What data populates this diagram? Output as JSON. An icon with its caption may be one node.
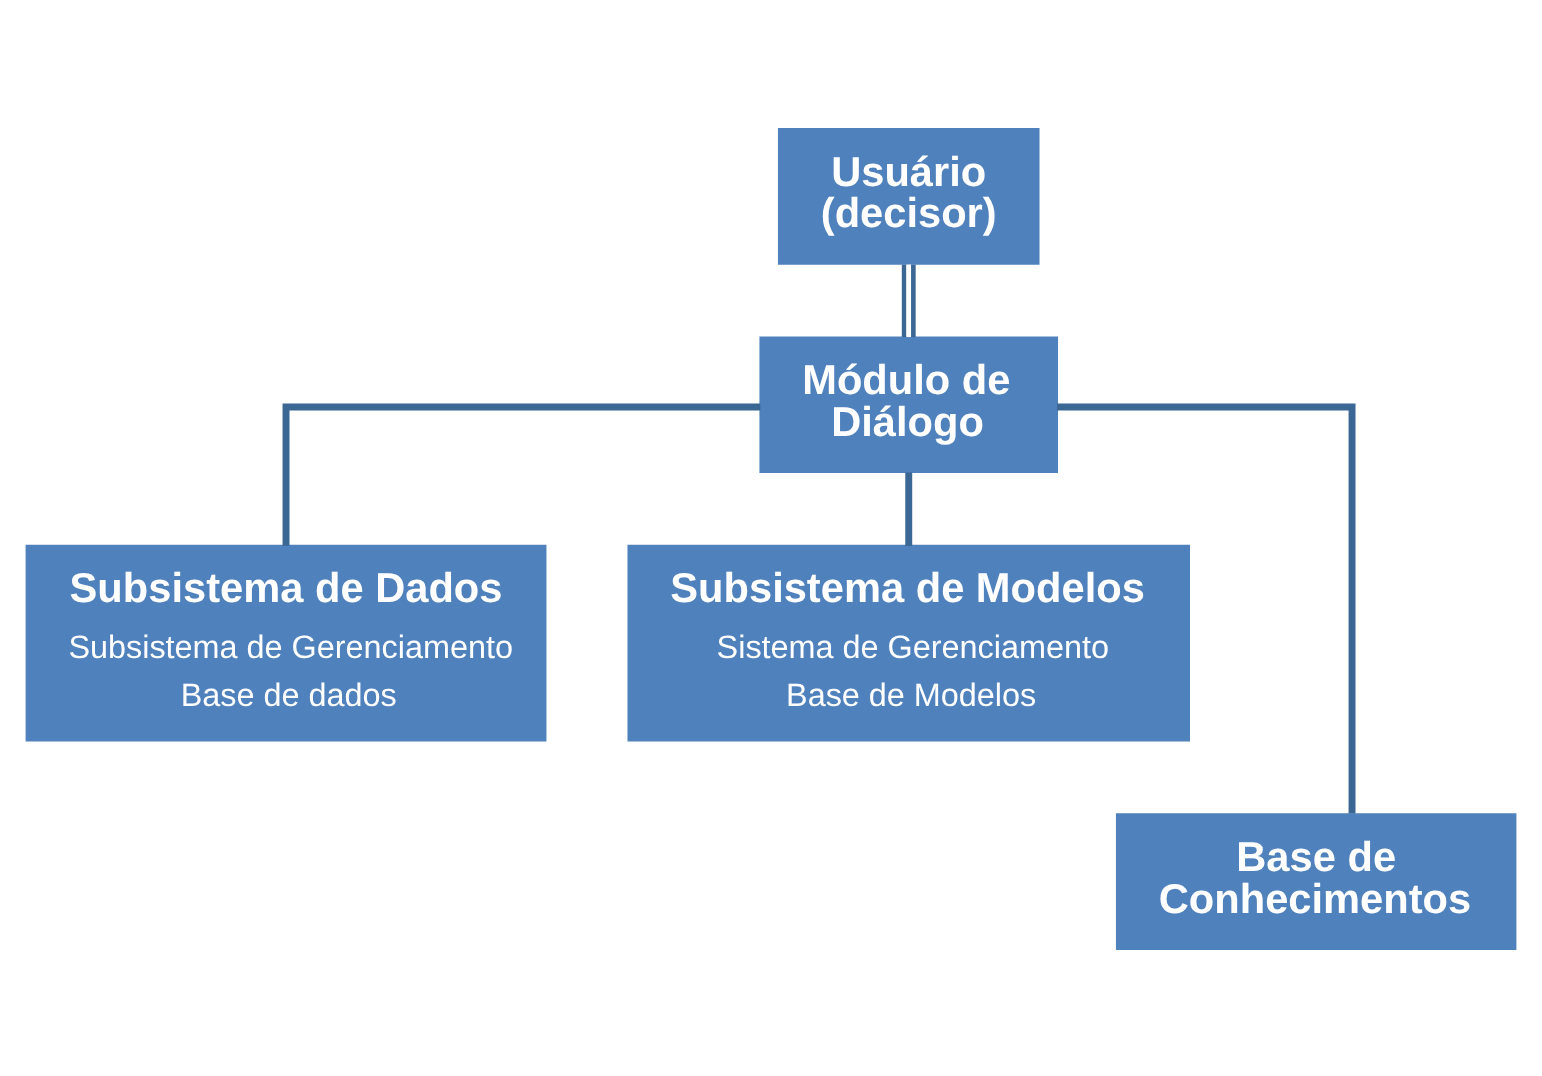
{
  "diagram": {
    "nodes": [
      {
        "text": [
          "Usuário (decisor)"
        ]
      },
      {
        "text": [
          "Módulo de Diálogo"
        ]
      },
      {
        "text": [
          "Subsistema de Dados",
          "Subsistema de Gerenciamento",
          "Base de dados"
        ]
      },
      {
        "text": [
          "Subsistema de Modelos",
          "Sistema de Gerenciamento",
          "Base de Modelos"
        ]
      },
      {
        "text": [
          "Base de Conhecimentos"
        ]
      }
    ],
    "edges": [
      {
        "from": 0,
        "to": 1,
        "arrow": "none"
      },
      {
        "from": 1,
        "to": 2,
        "arrow": "none"
      },
      {
        "from": 1,
        "to": 3,
        "arrow": "none"
      },
      {
        "from": 1,
        "to": 4,
        "arrow": "none"
      }
    ]
  }
}
